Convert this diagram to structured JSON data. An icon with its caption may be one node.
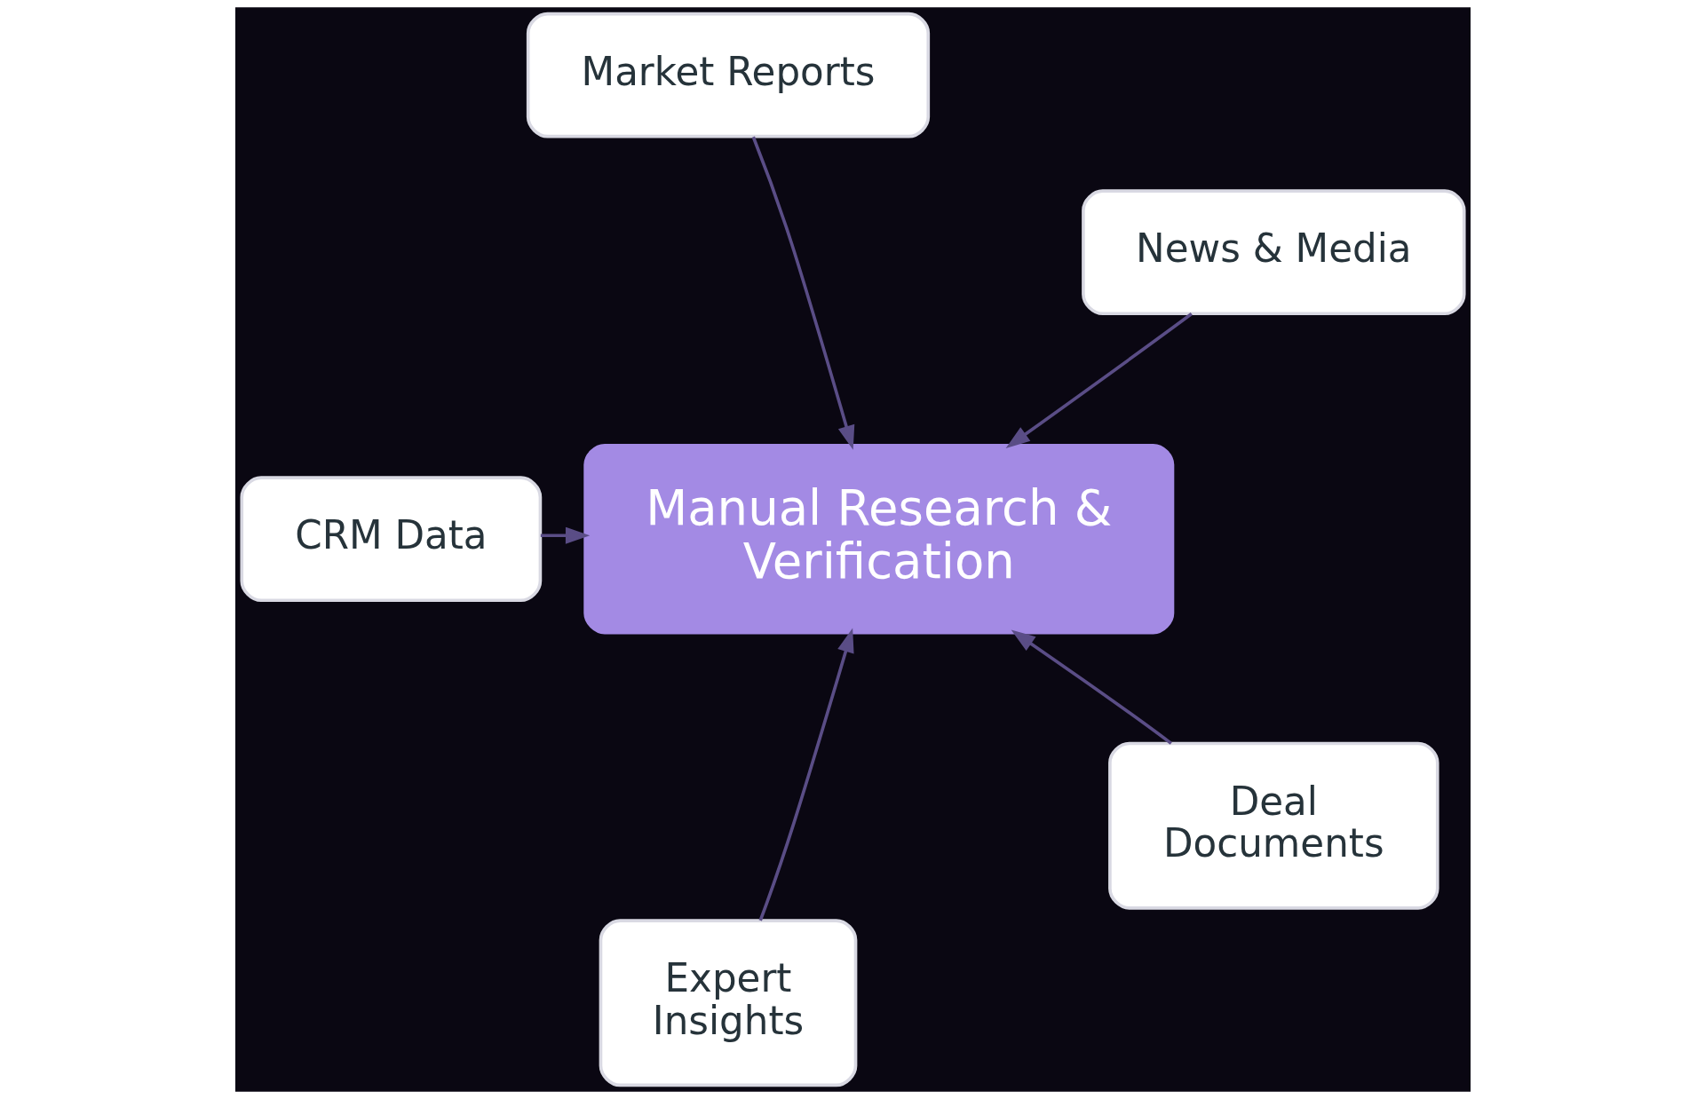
{
  "diagram": {
    "nodes": [
      {
        "text": [
          "CRM Data"
        ]
      },
      {
        "text": [
          "Market Reports"
        ]
      },
      {
        "text": [
          "News & Media"
        ]
      },
      {
        "text": [
          "Manual Research & Verification"
        ]
      },
      {
        "text": [
          "Expert Insights"
        ]
      },
      {
        "text": [
          "Deal Documents"
        ]
      }
    ],
    "edges": [
      {
        "from": 0,
        "to": 3,
        "arrow": "to"
      },
      {
        "from": 1,
        "to": 3,
        "arrow": "to"
      },
      {
        "from": 2,
        "to": 3,
        "arrow": "to"
      },
      {
        "from": 4,
        "to": 3,
        "arrow": "to"
      },
      {
        "from": 5,
        "to": 3,
        "arrow": "to"
      }
    ]
  }
}
